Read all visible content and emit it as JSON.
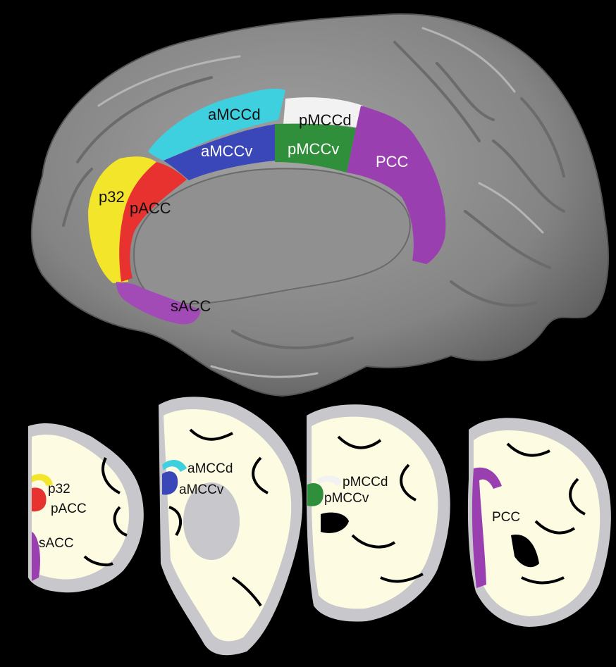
{
  "medial_view": {
    "regions": [
      {
        "id": "p32",
        "label": "p32",
        "color": "#f3e52a",
        "label_color": "#111111"
      },
      {
        "id": "pACC",
        "label": "pACC",
        "color": "#e8322f",
        "label_color": "#111111"
      },
      {
        "id": "sACC",
        "label": "sACC",
        "color": "#a24ab6",
        "label_color": "#111111"
      },
      {
        "id": "aMCCd",
        "label": "aMCCd",
        "color": "#3fd0df",
        "label_color": "#111111"
      },
      {
        "id": "aMCCv",
        "label": "aMCCv",
        "color": "#3a47b8",
        "label_color": "#ffffff"
      },
      {
        "id": "pMCCd",
        "label": "pMCCd",
        "color": "#f2f2f2",
        "label_color": "#111111"
      },
      {
        "id": "pMCCv",
        "label": "pMCCv",
        "color": "#2f8f3a",
        "label_color": "#ffffff"
      },
      {
        "id": "PCC",
        "label": "PCC",
        "color": "#9a3fb0",
        "label_color": "#ffffff"
      }
    ]
  },
  "coronal_sections": [
    {
      "id": "section-1",
      "labels": [
        "p32",
        "pACC",
        "sACC"
      ]
    },
    {
      "id": "section-2",
      "labels": [
        "aMCCd",
        "aMCCv"
      ]
    },
    {
      "id": "section-3",
      "labels": [
        "pMCCd",
        "pMCCv"
      ]
    },
    {
      "id": "section-4",
      "labels": [
        "PCC"
      ]
    }
  ],
  "colors": {
    "background": "#000000",
    "brain_surface": "#8c8c8c",
    "white_matter": "#fdfbe2",
    "gray_matter": "#c8c8cc"
  }
}
